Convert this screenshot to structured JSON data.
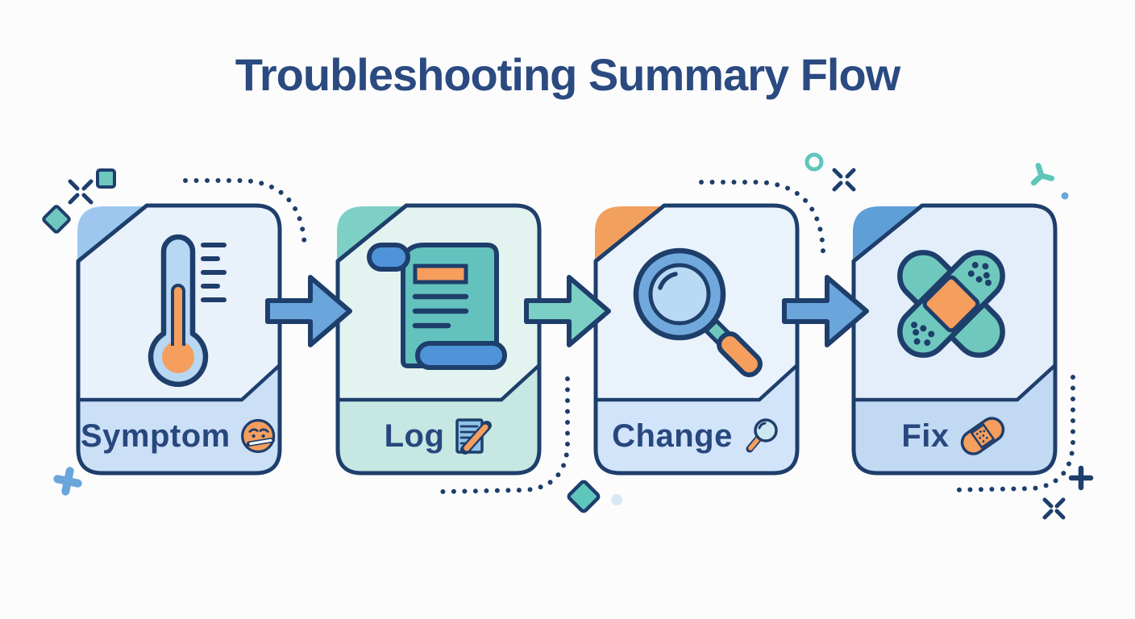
{
  "title": "Troubleshooting Summary Flow",
  "steps": [
    {
      "label": "Symptom",
      "icon": "thermometer",
      "badge": "sick-face-emoji",
      "colors": {
        "fold": "#9dc7ef",
        "body": "#e9f1fb",
        "band": "#cbe0f7"
      }
    },
    {
      "label": "Log",
      "icon": "scroll-document",
      "badge": "note-and-pencil",
      "colors": {
        "fold": "#7ed0c6",
        "body": "#e3f3f0",
        "band": "#c6e7e2"
      }
    },
    {
      "label": "Change",
      "icon": "magnifying-glass",
      "badge": "mini-magnifier",
      "colors": {
        "fold": "#f2a05e",
        "body": "#eaf2fc",
        "band": "#d2e4fa"
      }
    },
    {
      "label": "Fix",
      "icon": "crossed-bandages",
      "badge": "bandage",
      "colors": {
        "fold": "#5f9fd8",
        "body": "#e3eefa",
        "band": "#c2d9f4"
      }
    }
  ],
  "arrows": [
    {
      "name": "arrow-symptom-to-log",
      "color": "#6aa5dc"
    },
    {
      "name": "arrow-log-to-change",
      "color": "#7bcfc4"
    },
    {
      "name": "arrow-change-to-fix",
      "color": "#6aa5dc"
    }
  ],
  "colors": {
    "navy": "#1e3e6b",
    "title": "#2a4a80",
    "label": "#27477e",
    "orange": "#f59e5d",
    "teal": "#6fc8bd",
    "teal-bright": "#5ec6bb",
    "arrow-blue": "#6aa5dc",
    "arrow-teal": "#7bcfc4",
    "light-blue": "#b7d7f3",
    "lens": "#b9d9f4",
    "ring": "#71a9dd",
    "scroll": "#64c2be",
    "roll": "#4f93d8",
    "note": "#8ec3e6",
    "pale-dot": "#d8e9f6",
    "bg": "#fcfcfd"
  }
}
